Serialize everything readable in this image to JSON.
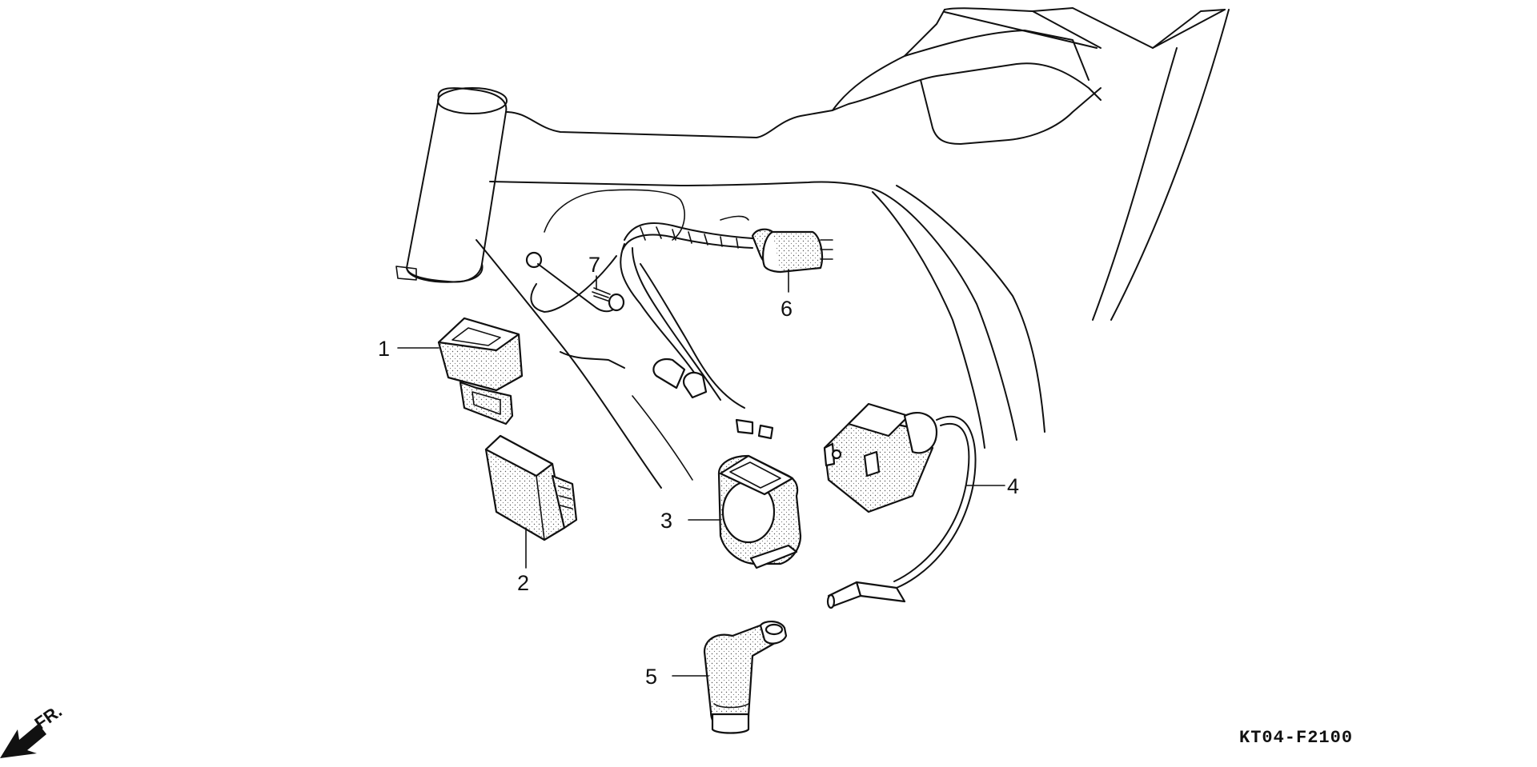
{
  "callouts": [
    {
      "number": "1"
    },
    {
      "number": "2"
    },
    {
      "number": "3"
    },
    {
      "number": "4"
    },
    {
      "number": "5"
    },
    {
      "number": "6"
    },
    {
      "number": "7"
    }
  ],
  "direction_marker": {
    "label": "FR."
  },
  "diagram_code": "KT04-F2100"
}
